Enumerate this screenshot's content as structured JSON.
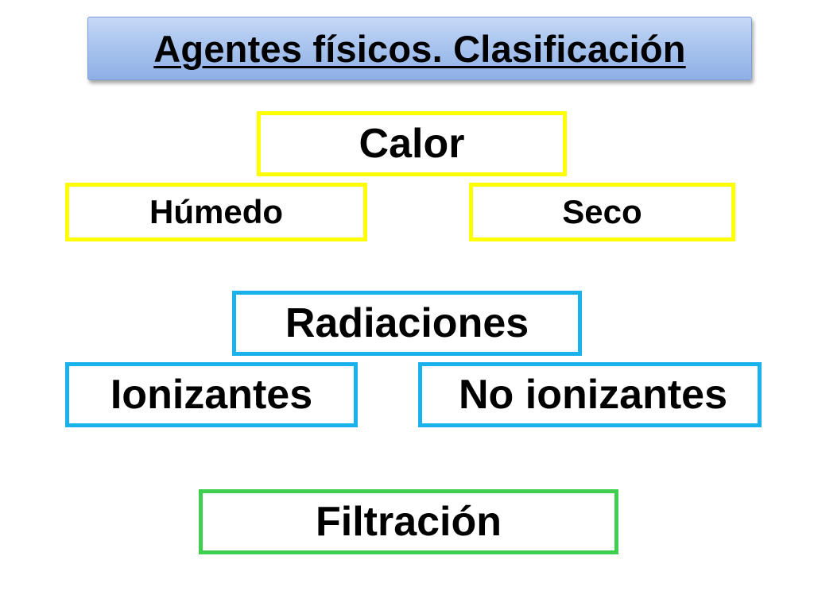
{
  "slide": {
    "title": "Agentes físicos. Clasificación"
  },
  "calor": {
    "label": "Calor",
    "children": [
      "Húmedo",
      "Seco"
    ],
    "color": "#ffff00"
  },
  "radiaciones": {
    "label": "Radiaciones",
    "children": [
      "Ionizantes",
      "No ionizantes"
    ],
    "color": "#1ab2ec"
  },
  "filtracion": {
    "label": "Filtración",
    "color": "#3ecf4f"
  },
  "title_colors": {
    "fill_top": "#c6d9f7",
    "fill_bottom": "#8fb0e6"
  }
}
